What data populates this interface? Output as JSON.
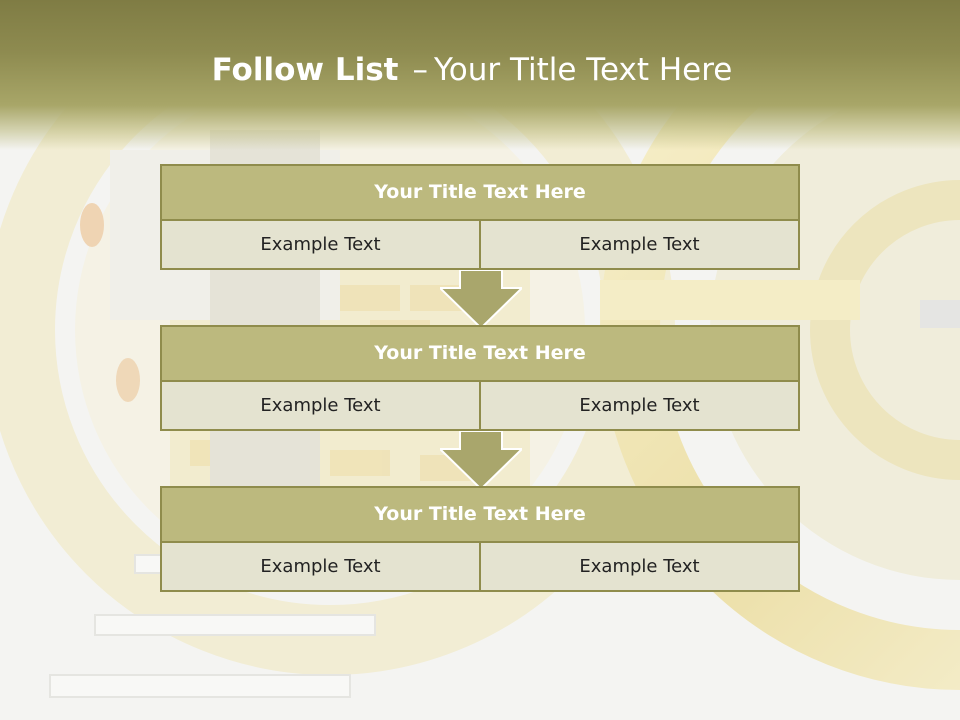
{
  "title": {
    "bold": "Follow List",
    "dash": "–",
    "rest": "Your Title Text Here"
  },
  "list": [
    {
      "header": "Your Title Text Here",
      "left": "Example Text",
      "right": "Example Text"
    },
    {
      "header": "Your Title Text Here",
      "left": "Example Text",
      "right": "Example Text"
    },
    {
      "header": "Your Title Text Here",
      "left": "Example Text",
      "right": "Example Text"
    }
  ],
  "colors": {
    "title_band": "#8e8b50",
    "header_fill": "#bcb97e",
    "cell_fill": "#e4e3d0",
    "border": "#8f8c4c",
    "arrow": "#a9a66c"
  }
}
